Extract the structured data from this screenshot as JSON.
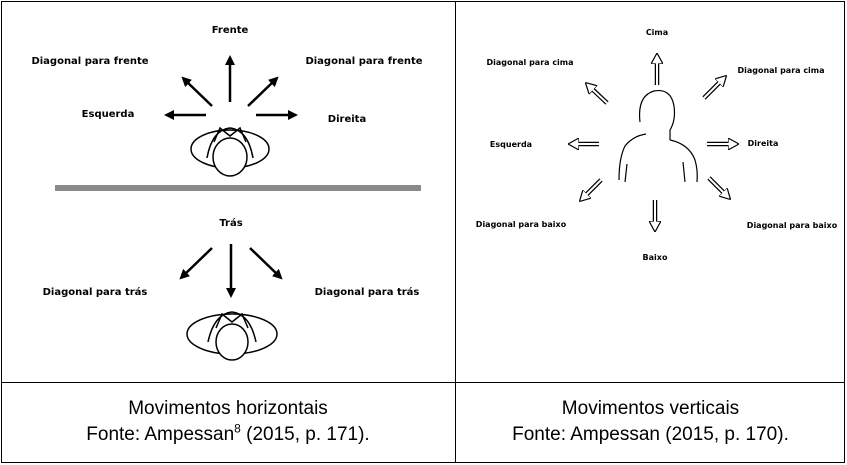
{
  "figure_left": {
    "labels": {
      "front": "Frente",
      "diag_front_left": "Diagonal para frente",
      "diag_front_right": "Diagonal para frente",
      "left": "Esquerda",
      "right": "Direita",
      "back": "Trás",
      "diag_back_left": "Diagonal para trás",
      "diag_back_right": "Diagonal para trás"
    },
    "caption_title": "Movimentos horizontais",
    "caption_source_prefix": "Fonte: Ampessan",
    "caption_footnote": "8",
    "caption_source_suffix": " (2015, p. 171)."
  },
  "figure_right": {
    "labels": {
      "up": "Cima",
      "diag_up_left": "Diagonal para cima",
      "diag_up_right": "Diagonal para cima",
      "left": "Esquerda",
      "right": "Direita",
      "diag_down_left": "Diagonal para baixo",
      "diag_down_right": "Diagonal para baixo",
      "down": "Baixo"
    },
    "caption_title": "Movimentos verticais",
    "caption_source": "Fonte: Ampessan (2015, p. 170)."
  }
}
